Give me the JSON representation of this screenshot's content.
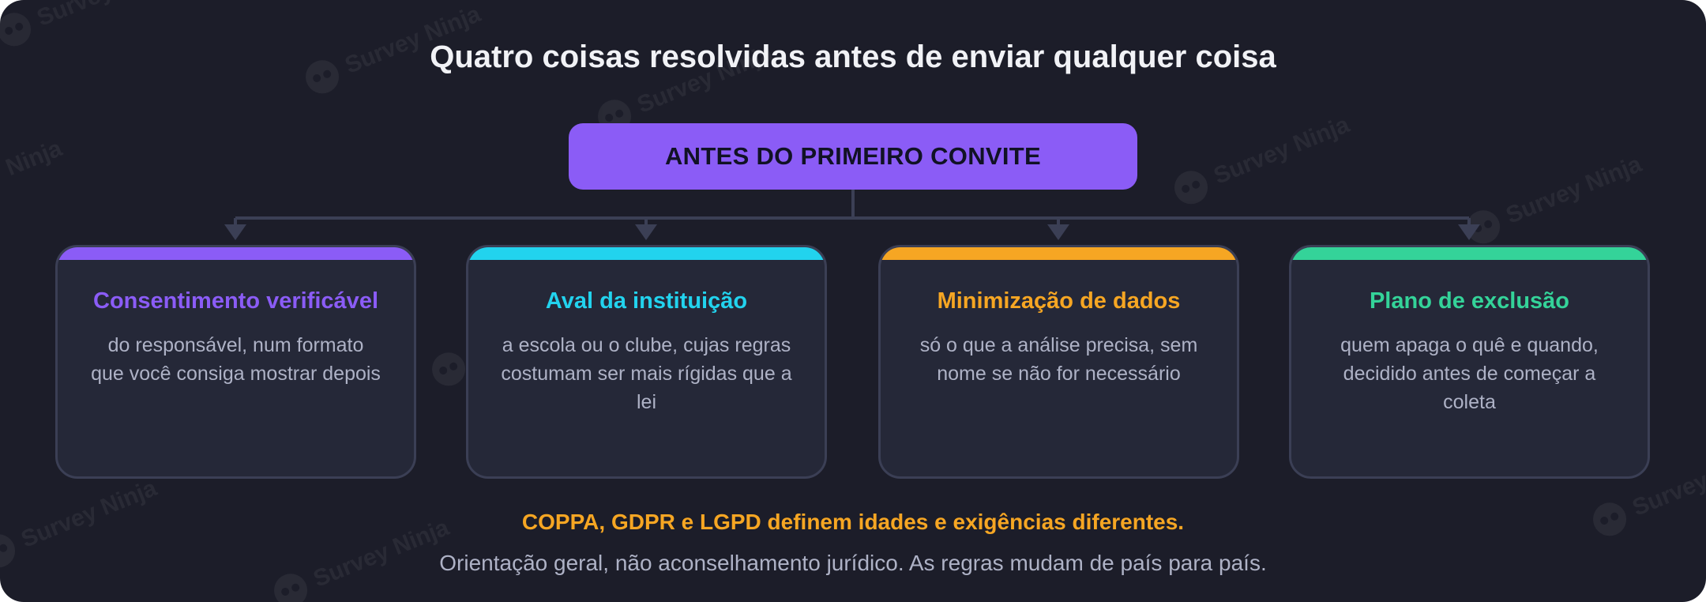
{
  "title": "Quatro coisas resolvidas antes de enviar qualquer coisa",
  "root": {
    "label": "ANTES DO PRIMEIRO CONVITE",
    "color": "#8b5cf6"
  },
  "cards": [
    {
      "title": "Consentimento verificável",
      "body": "do responsável, num formato que você consiga mostrar depois",
      "color": "#8b5cf6"
    },
    {
      "title": "Aval da instituição",
      "body": "a escola ou o clube, cujas regras costumam ser mais rígidas que a lei",
      "color": "#22d3ee"
    },
    {
      "title": "Minimização de dados",
      "body": "só o que a análise precisa, sem nome se não for necessário",
      "color": "#f6a623"
    },
    {
      "title": "Plano de exclusão",
      "body": "quem apaga o quê e quando, decidido antes de começar a coleta",
      "color": "#34d399"
    }
  ],
  "footer": {
    "highlight": "COPPA, GDPR e LGPD definem idades e exigências diferentes.",
    "disclaimer": "Orientação geral, não aconselhamento jurídico. As regras mudam de país para país."
  },
  "watermark": {
    "text": "Survey Ninja",
    "icon": "ninja-logo-icon"
  }
}
